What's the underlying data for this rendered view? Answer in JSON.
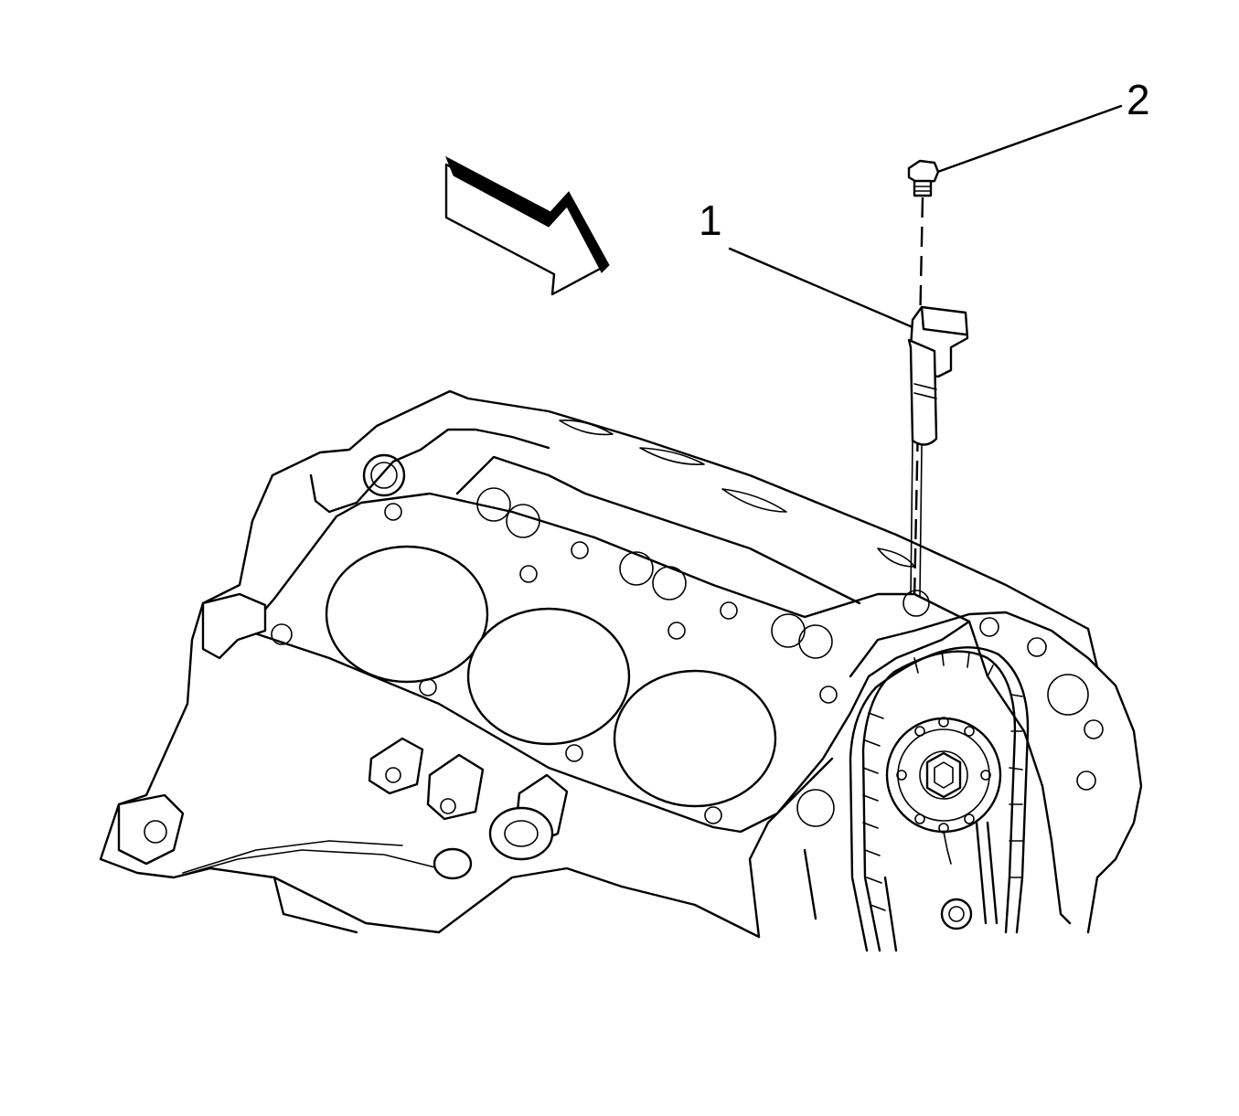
{
  "diagram": {
    "callouts": [
      {
        "id": "1",
        "label": "1"
      },
      {
        "id": "2",
        "label": "2"
      }
    ],
    "parts": {
      "part_1": "sensor",
      "part_2": "bolt"
    },
    "colors": {
      "line": "#000000",
      "background": "#ffffff"
    }
  }
}
